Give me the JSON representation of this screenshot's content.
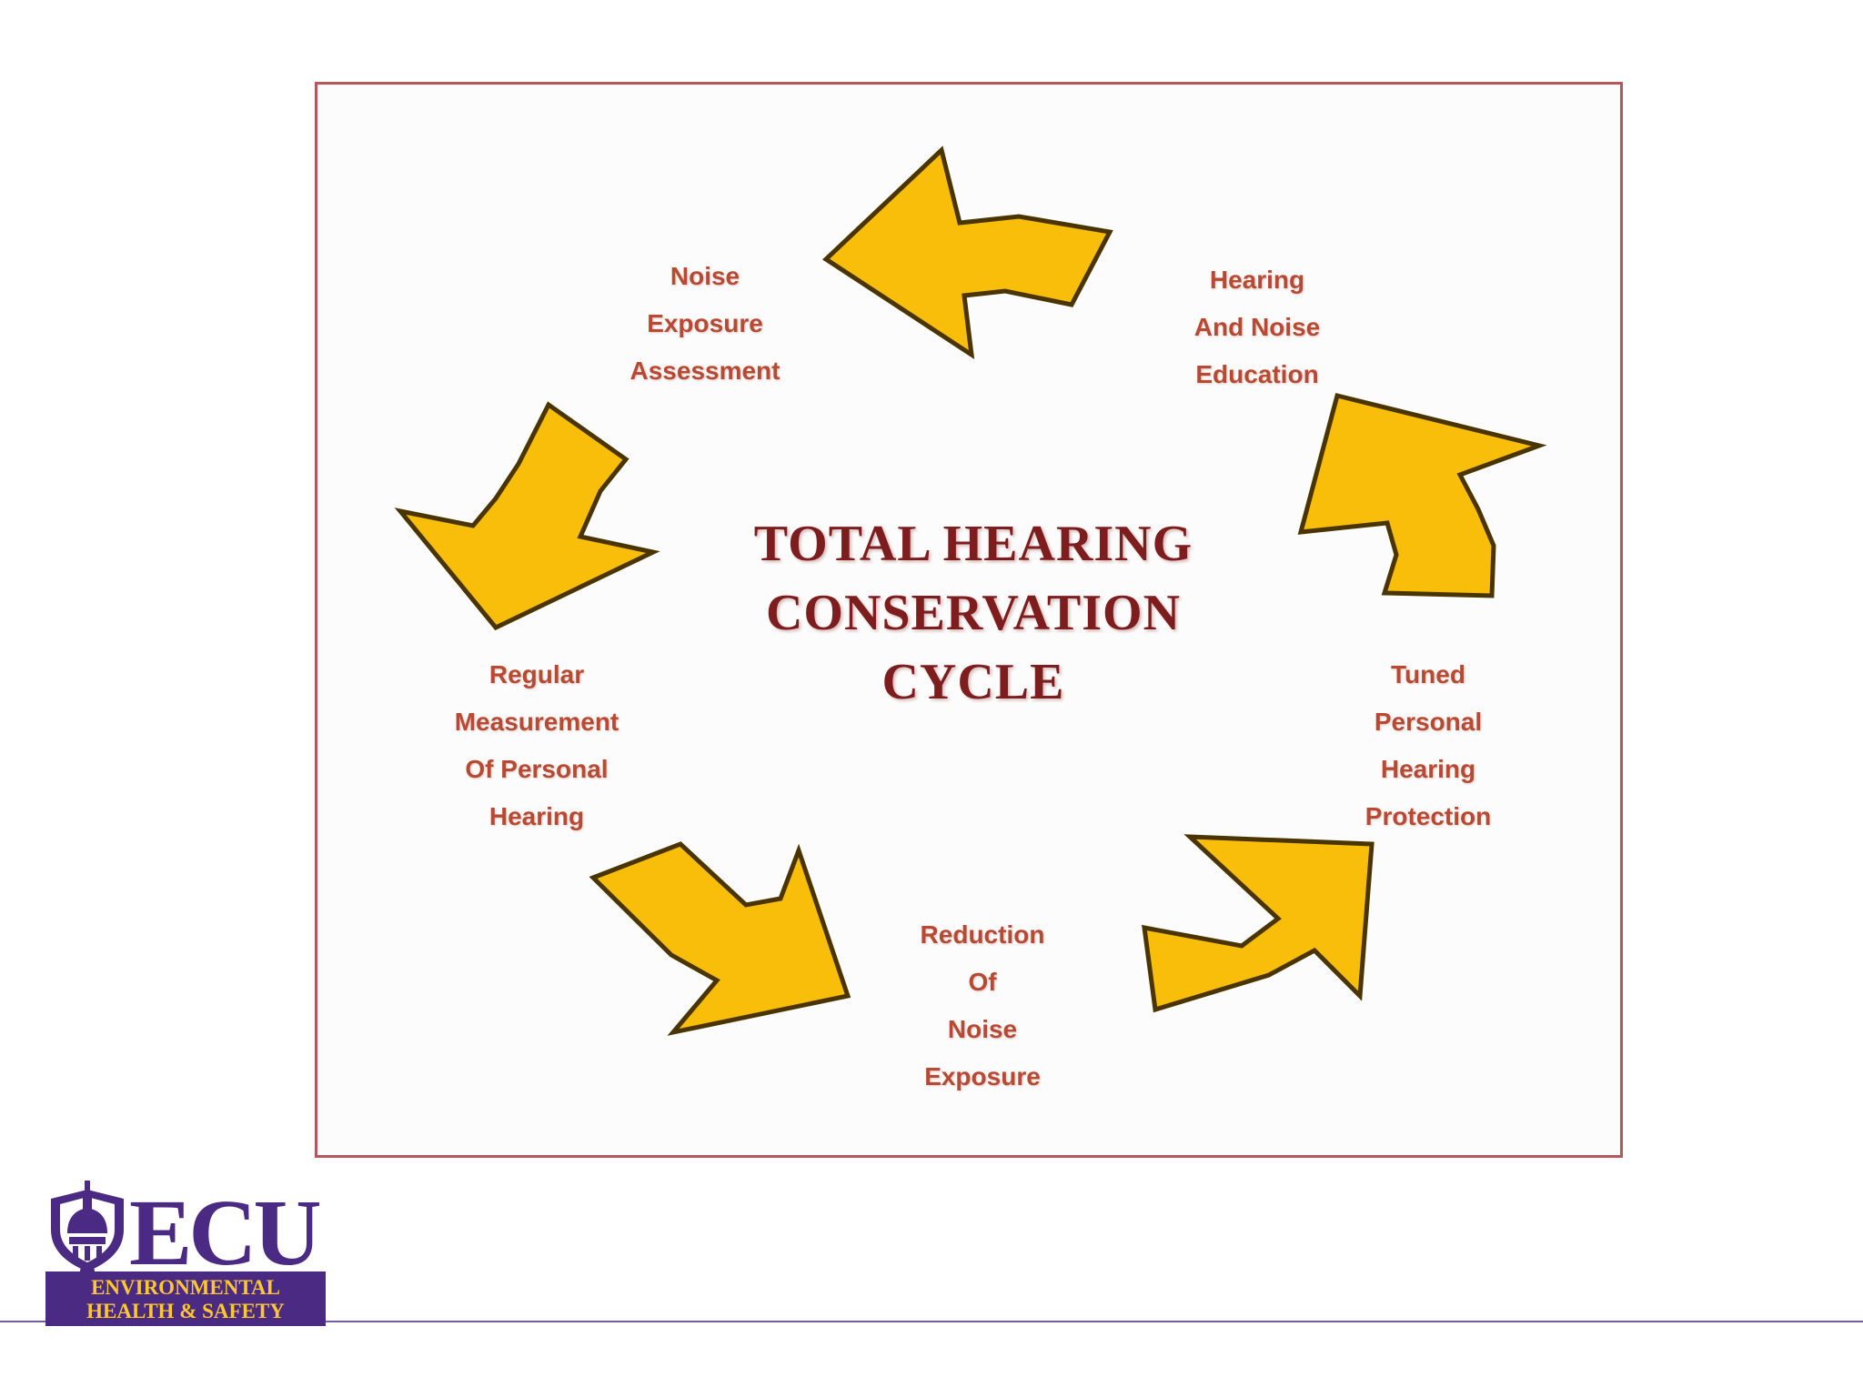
{
  "diagram": {
    "title_lines": [
      "TOTAL HEARING",
      "CONSERVATION",
      "CYCLE"
    ],
    "steps": [
      {
        "lines": [
          "Noise",
          "Exposure",
          "Assessment"
        ]
      },
      {
        "lines": [
          "Hearing",
          "And Noise",
          "Education"
        ]
      },
      {
        "lines": [
          "Tuned",
          "Personal",
          "Hearing",
          "Protection"
        ]
      },
      {
        "lines": [
          "Reduction",
          "Of",
          "Noise",
          "Exposure"
        ]
      },
      {
        "lines": [
          "Regular",
          "Measurement",
          "Of Personal",
          "Hearing"
        ]
      }
    ],
    "colors": {
      "arrow_fill": "#f9be0a",
      "label_text": "#b84a34",
      "title_text": "#7d1d1d",
      "frame_border": "#b5585c"
    }
  },
  "footer": {
    "logo_text": "ECU",
    "logo_subtitle_lines": [
      "ENVIRONMENTAL",
      "HEALTH & SAFETY"
    ],
    "colors": {
      "brand_purple": "#4b2a83",
      "brand_gold": "#fdc82f"
    }
  }
}
